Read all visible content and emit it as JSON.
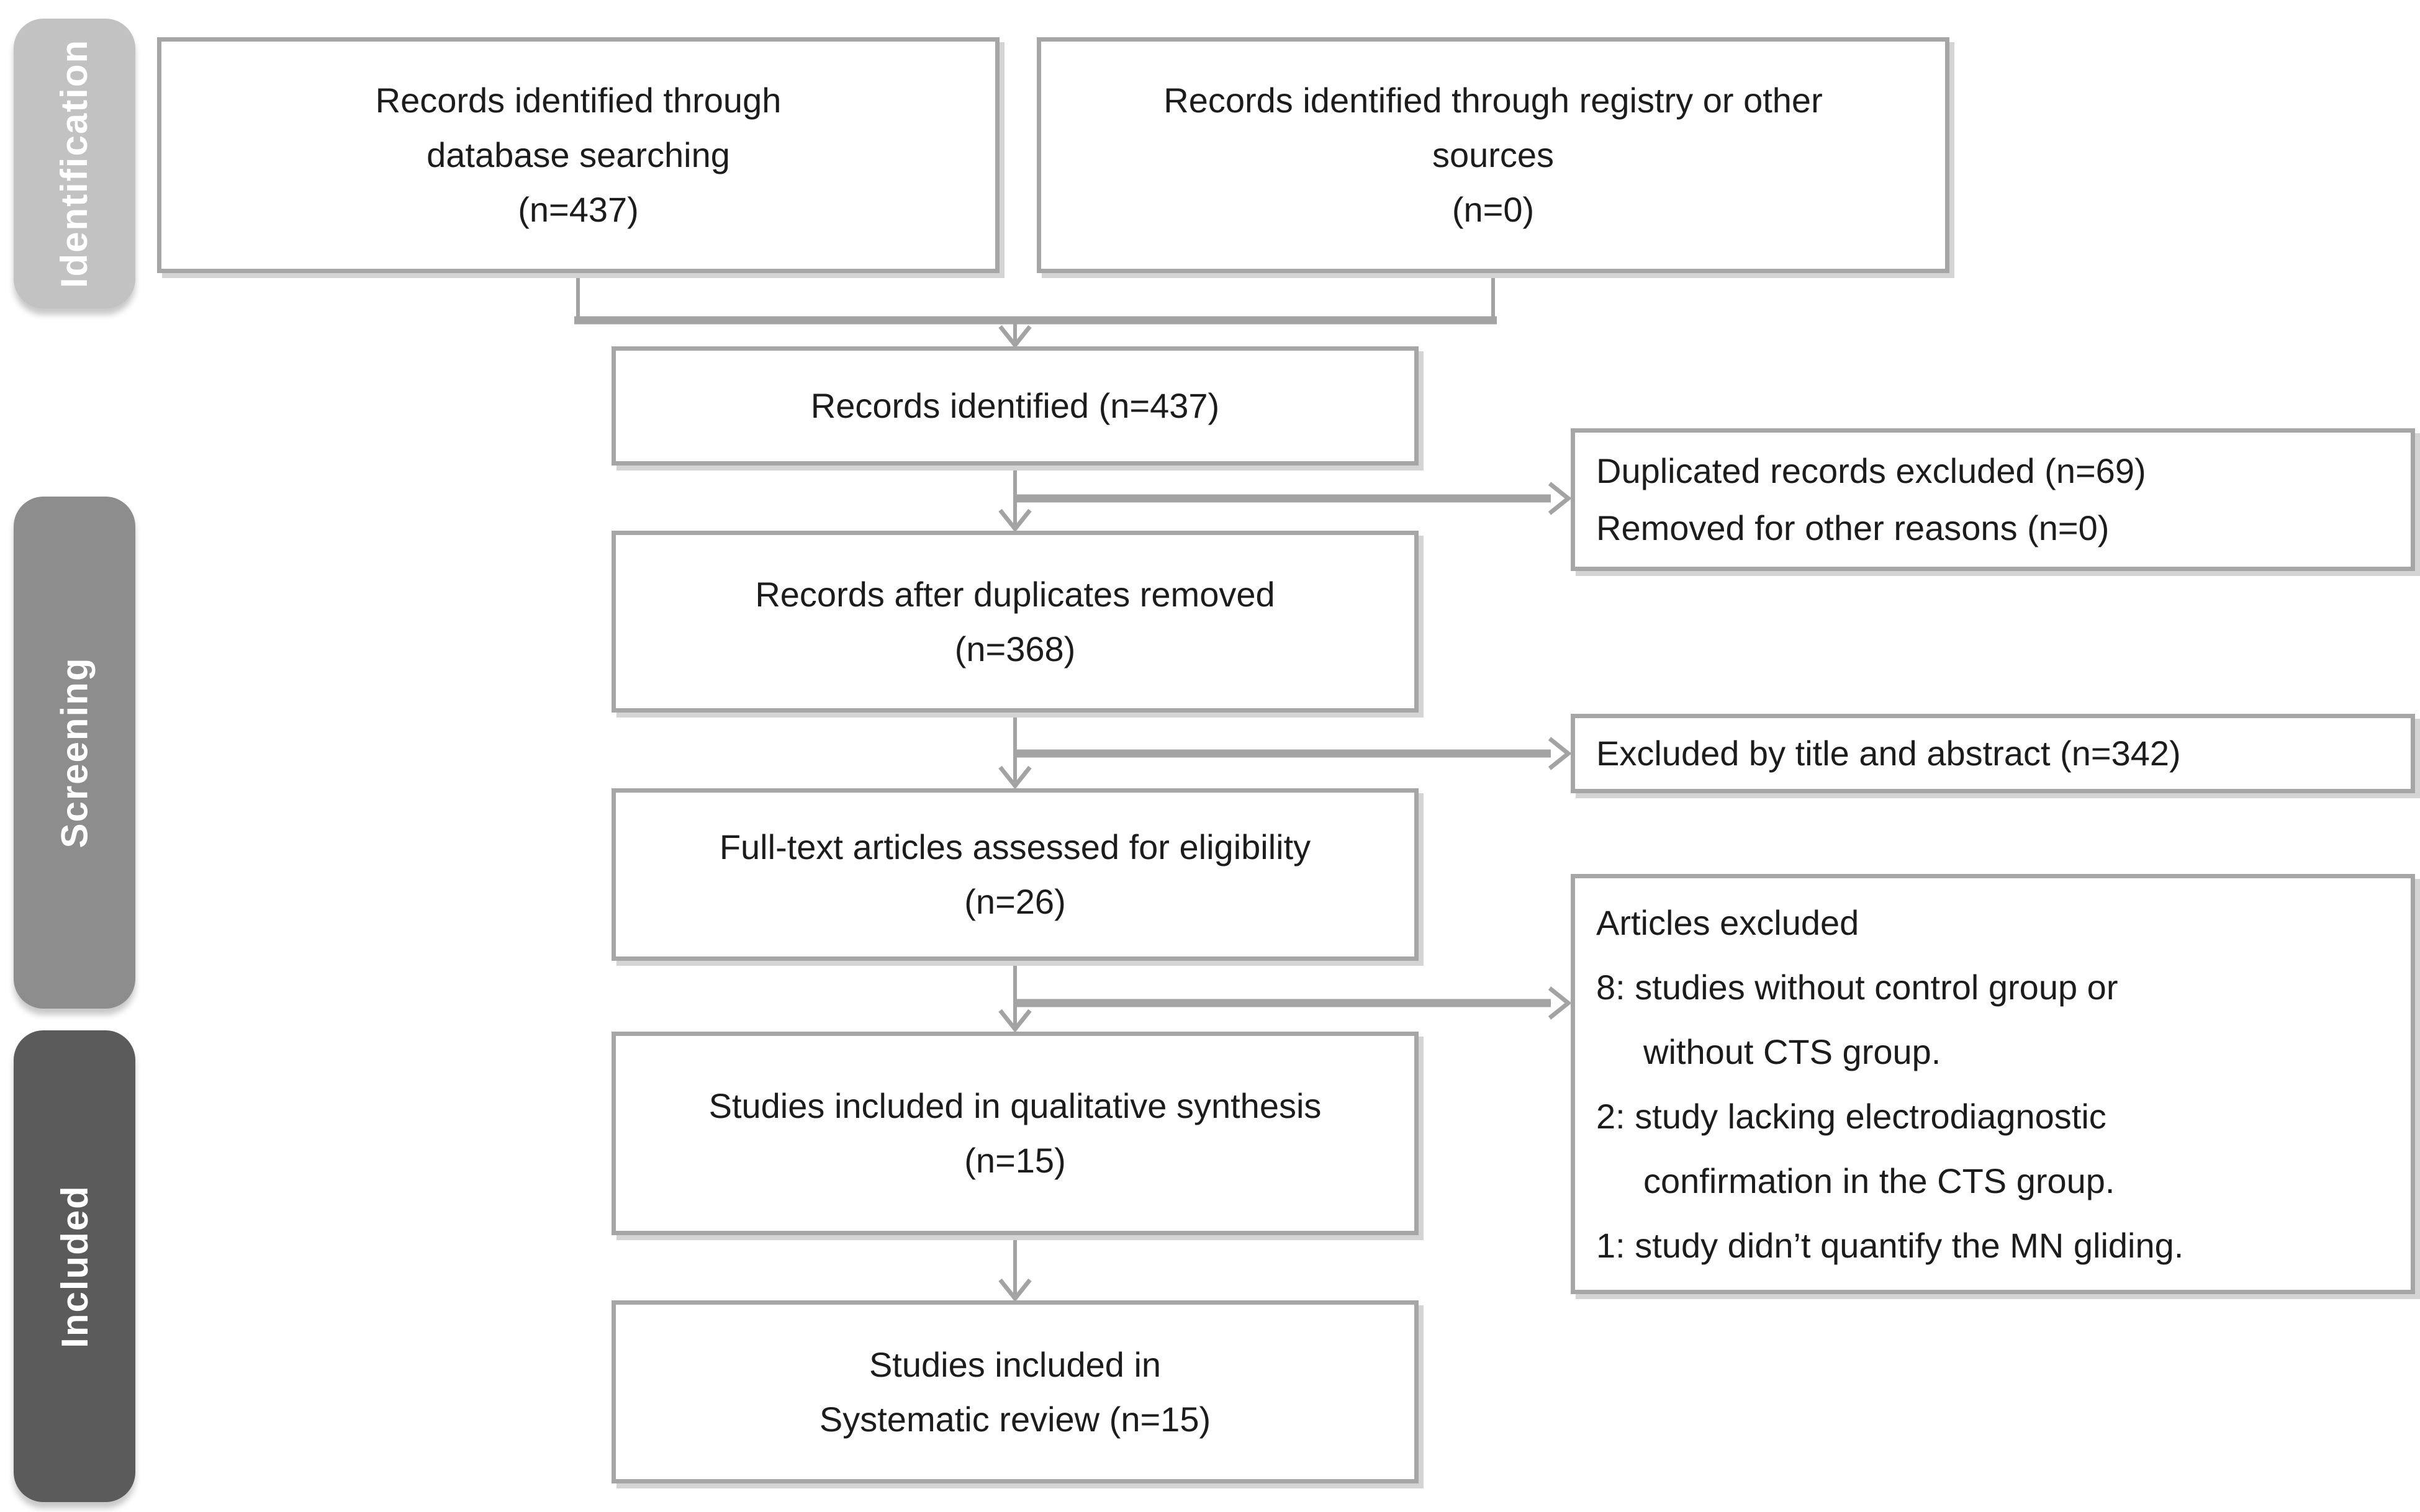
{
  "sidebar": {
    "stages": [
      {
        "label": "Identification",
        "color": "#c2c2c2"
      },
      {
        "label": "Screening",
        "color": "#8d8d8d"
      },
      {
        "label": "Included",
        "color": "#5b5b5b"
      }
    ]
  },
  "flow": {
    "db_search": {
      "lines": [
        "Records identified through",
        "database searching",
        "(n=437)"
      ]
    },
    "registry": {
      "lines": [
        "Records identified through registry or other",
        "sources",
        "(n=0)"
      ]
    },
    "identified": {
      "lines": [
        "Records identified (n=437)"
      ]
    },
    "dedup": {
      "lines": [
        "Records after duplicates removed",
        "(n=368)"
      ]
    },
    "fulltext": {
      "lines": [
        "Full-text articles assessed for eligibility",
        "(n=26)"
      ]
    },
    "qualitative": {
      "lines": [
        "Studies included in qualitative synthesis",
        "(n=15)"
      ]
    },
    "systematic": {
      "lines": [
        "Studies included in",
        "Systematic review (n=15)"
      ]
    }
  },
  "exclusions": {
    "duplicates": {
      "lines": [
        "Duplicated records excluded (n=69)",
        "Removed for other reasons (n=0)"
      ]
    },
    "title_abstract": {
      "lines": [
        "Excluded by title and abstract (n=342)"
      ]
    },
    "articles": {
      "lines": [
        "Articles excluded",
        "8: studies without control group or",
        "without CTS group.",
        "2: study lacking electrodiagnostic",
        "confirmation in the CTS group.",
        "1: study didn’t quantify the MN gliding."
      ]
    }
  },
  "colors": {
    "stage_identification": "#c2c2c2",
    "stage_screening": "#8d8d8d",
    "stage_included": "#5b5b5b",
    "stage_text": "#ffffff",
    "box_border": "#a6a6a6",
    "box_shadow": "#d4d4d4",
    "connector": "#a3a3a3",
    "text": "#1c1c1c"
  }
}
